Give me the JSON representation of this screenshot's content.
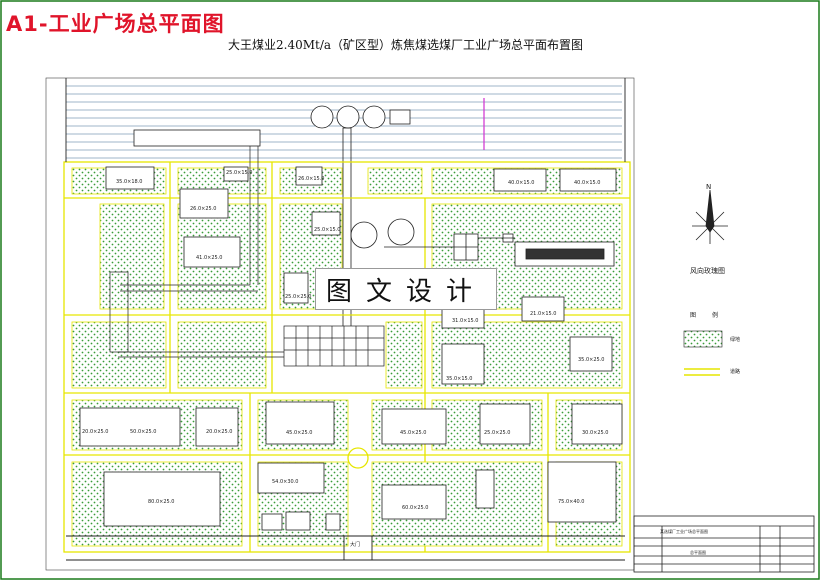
{
  "sheet_title": "A1-工业广场总平面图",
  "drawing_title": "大王煤业2.40Mt/a（矿区型）炼焦煤选煤厂工业广场总平面布置图",
  "watermark": "图文设计",
  "compass": {
    "north": "N",
    "label": "风向玫瑰图"
  },
  "legend": {
    "header_left": "图",
    "header_right": "例",
    "items": [
      {
        "label": "绿地"
      },
      {
        "label": "道路"
      }
    ]
  },
  "title_block": {
    "project": "某选煤厂工业广场总平面图",
    "drawing_name": "总平面图"
  },
  "buildings": [
    {
      "id": "b-mid-upper-left",
      "label": "25.0×15.0"
    },
    {
      "id": "b-top-left",
      "label": "35.0×18.0"
    },
    {
      "id": "b-top-mid",
      "label": "26.0×15.0"
    },
    {
      "id": "b-left-1",
      "label": "26.0×25.0"
    },
    {
      "id": "b-left-2",
      "label": "41.0×25.0"
    },
    {
      "id": "b-top-right-1",
      "label": "40.0×15.0"
    },
    {
      "id": "b-top-right-2",
      "label": "40.0×15.0"
    },
    {
      "id": "b-mid-center",
      "label": "25.0×15.0"
    },
    {
      "id": "b-mid-small",
      "label": "25.0×25.0"
    },
    {
      "id": "b-center-right-1",
      "label": "31.0×15.0"
    },
    {
      "id": "b-center-right-2",
      "label": "21.0×15.0"
    },
    {
      "id": "b-right-1",
      "label": "35.0×25.0"
    },
    {
      "id": "b-center-low",
      "label": "35.0×15.0"
    },
    {
      "id": "b-row-1",
      "label": "50.0×25.0"
    },
    {
      "id": "b-row-2",
      "label": "20.0×25.0"
    },
    {
      "id": "b-row-3",
      "label": "45.0×25.0"
    },
    {
      "id": "b-row-4",
      "label": "45.0×25.0"
    },
    {
      "id": "b-row-5",
      "label": "25.0×25.0"
    },
    {
      "id": "b-row-6",
      "label": "30.0×25.0"
    },
    {
      "id": "b-row-7",
      "label": "20.0×25.0"
    },
    {
      "id": "b-bottom-1",
      "label": "80.0×25.0"
    },
    {
      "id": "b-bottom-2",
      "label": "54.0×30.0"
    },
    {
      "id": "b-bottom-3",
      "label": "60.0×25.0"
    },
    {
      "id": "b-bottom-4",
      "label": "75.0×40.0"
    }
  ],
  "gate_label": "大门"
}
